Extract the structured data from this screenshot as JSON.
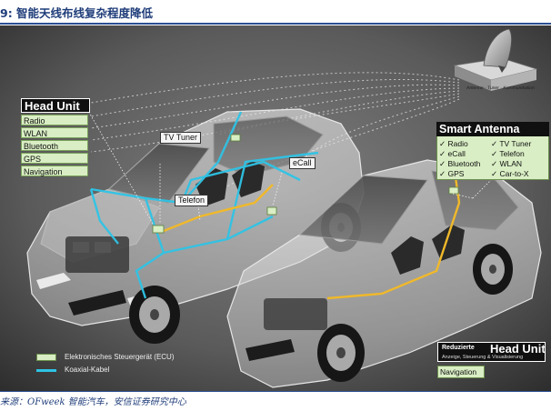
{
  "figure": {
    "title": "9: 智能天线布线复杂程度降低",
    "source": "来源：OFweek 智能汽车，安信证券研究中心"
  },
  "head_unit": {
    "title": "Head Unit",
    "items": [
      "Radio",
      "WLAN",
      "Bluetooth",
      "GPS",
      "Navigation"
    ]
  },
  "smart_antenna": {
    "title": "Smart Antenna",
    "col1": [
      "✓ Radio",
      "✓ eCall",
      "✓ Bluetooth",
      "✓ GPS"
    ],
    "col2": [
      "✓ TV Tuner",
      "✓ Telefon",
      "✓ WLAN",
      "✓ Car-to-X"
    ],
    "module_label": "Antenne · Tuner · Kommunikation"
  },
  "tags": {
    "tv_tuner": "TV Tuner",
    "ecall": "eCall",
    "telefon": "Telefon"
  },
  "reduced_head_unit": {
    "prefix": "Reduzierte",
    "title": "Head Unit",
    "subtitle": "Anzeige, Steuerung & Visualisierung",
    "item": "Navigation"
  },
  "legend": {
    "ecu": "Elektronisches Steuergerät (ECU)",
    "coax": "Koaxial-Kabel",
    "ecu_color": "#d9eec4",
    "coax_color": "#2ec4e6"
  }
}
